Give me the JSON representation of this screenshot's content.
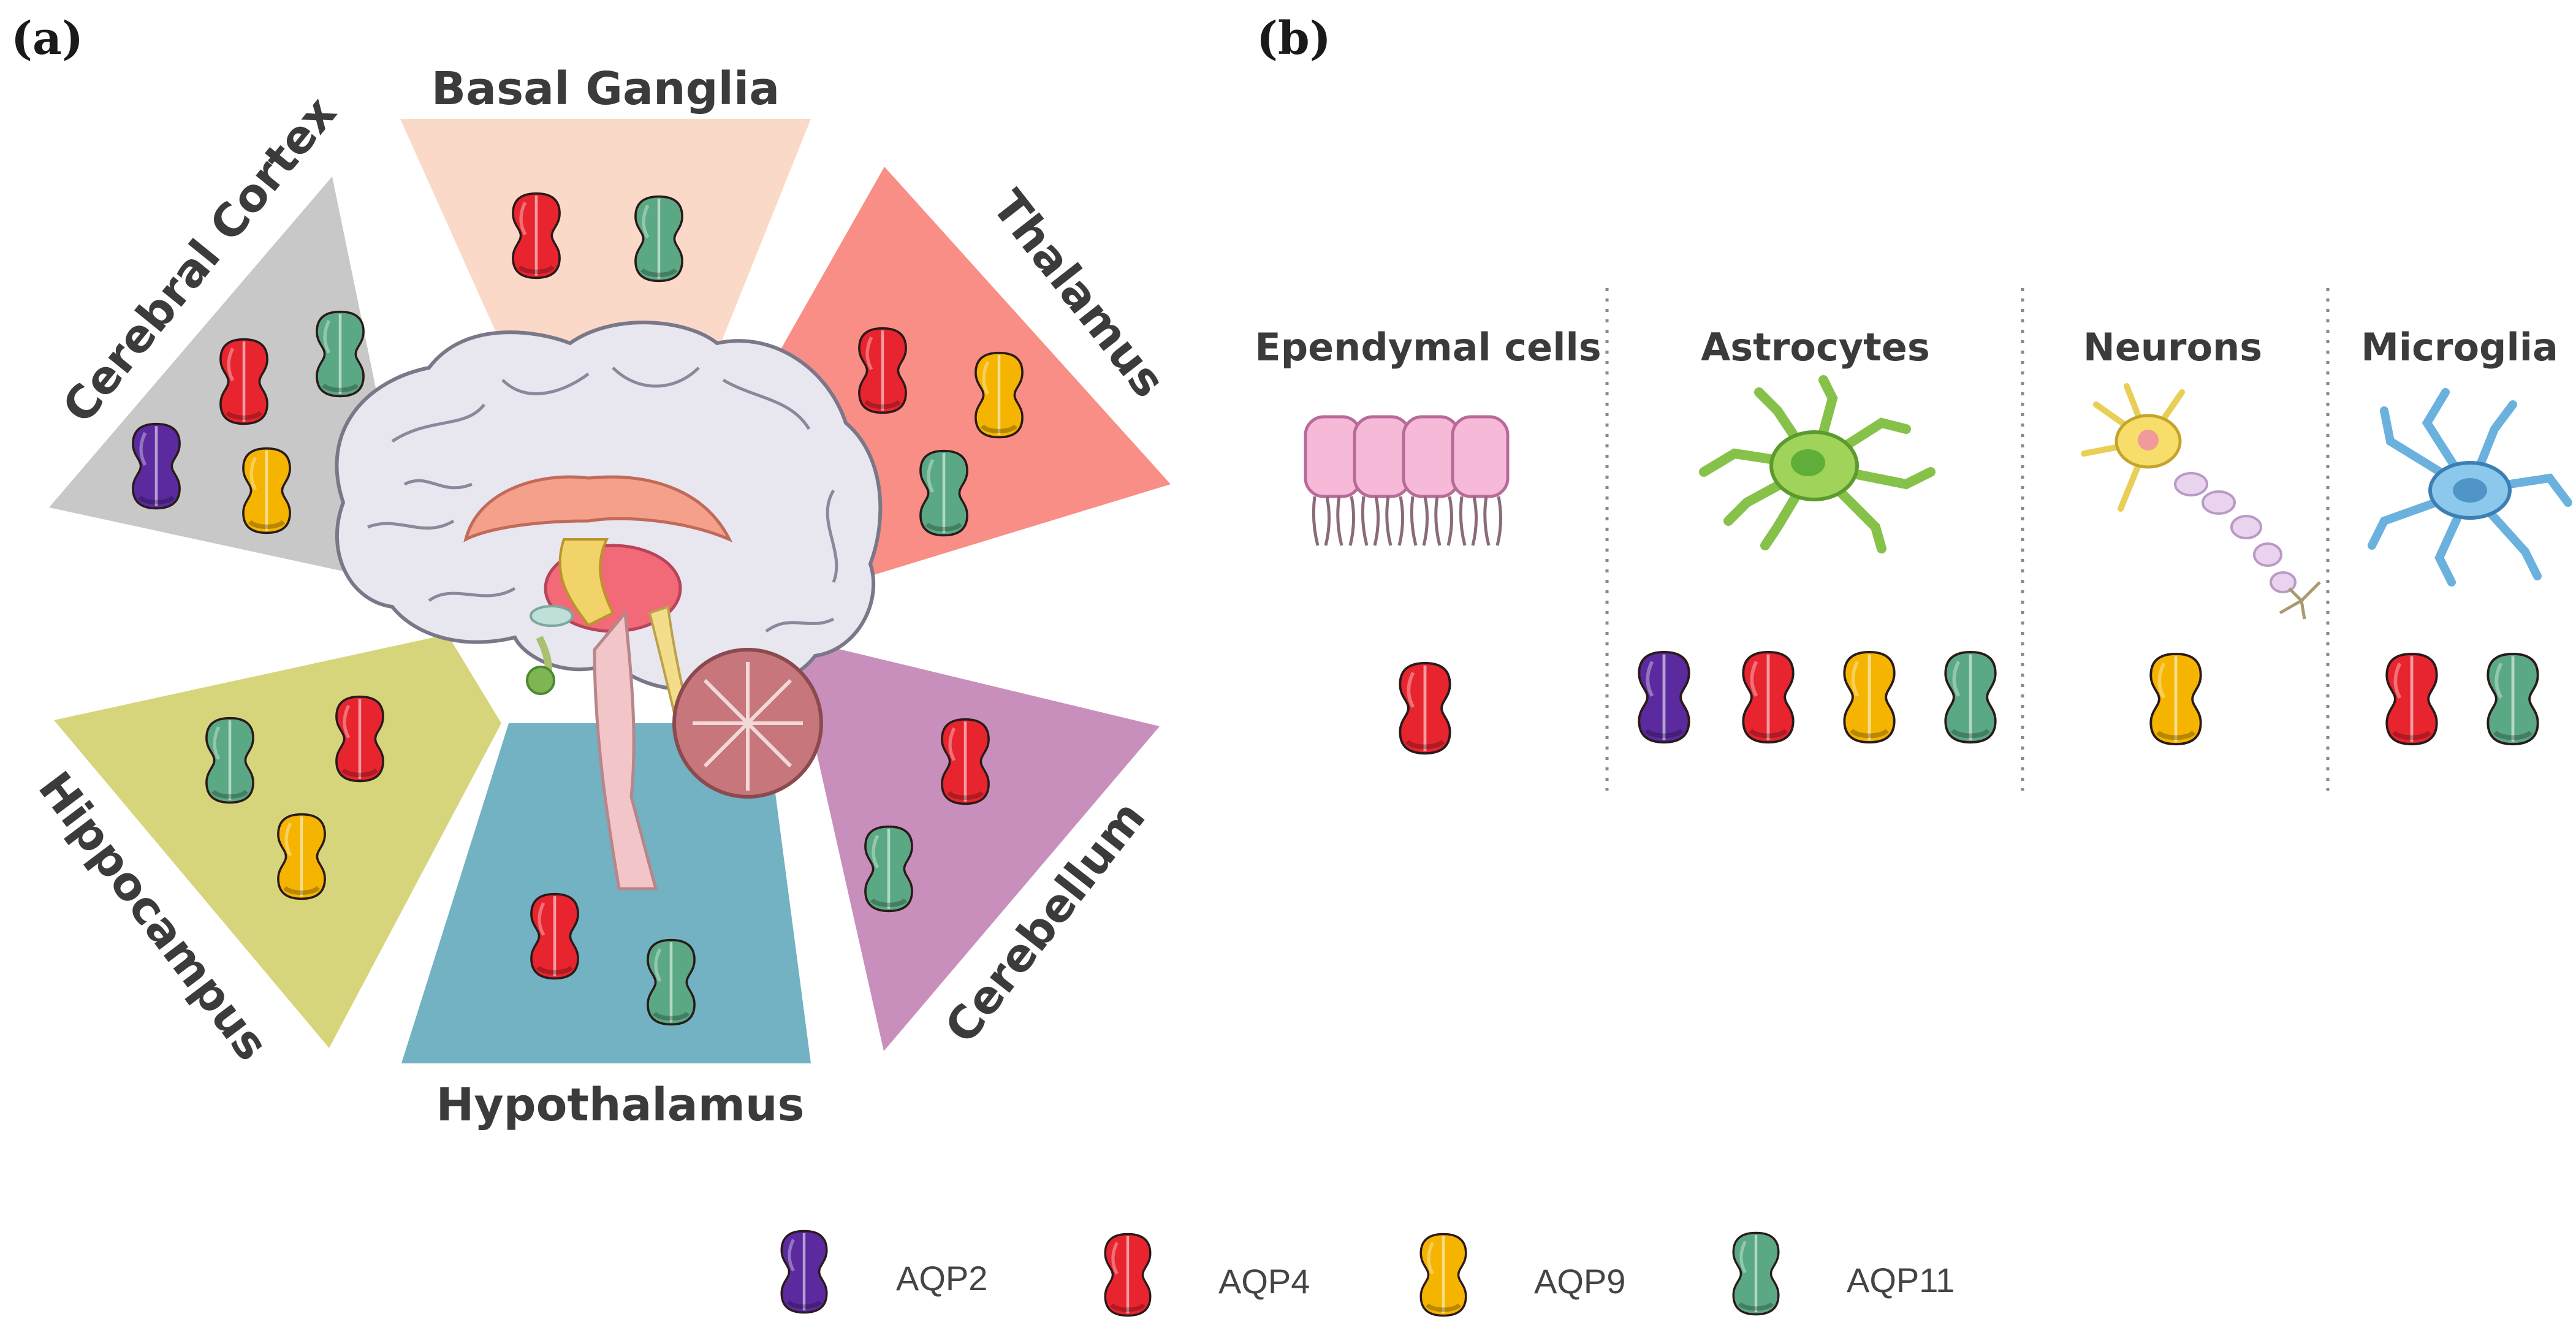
{
  "panels": {
    "a": "(a)",
    "b": "(b)"
  },
  "colors": {
    "AQP2": "#5b2a9e",
    "AQP4": "#e8242f",
    "AQP9": "#f5b400",
    "AQP11": "#5aa884",
    "cortex_bg": "#c8c8c8",
    "basal_bg": "#fbd9c8",
    "thalamus_bg": "#f98e86",
    "cerebellum_bg": "#c98fbc",
    "hypothalamus_bg": "#72b2c2",
    "hippocampus_bg": "#d7d57c"
  },
  "regions": [
    {
      "id": "cerebral-cortex",
      "label": "Cerebral Cortex",
      "aqps": [
        "AQP2",
        "AQP4",
        "AQP9",
        "AQP11"
      ]
    },
    {
      "id": "basal-ganglia",
      "label": "Basal Ganglia",
      "aqps": [
        "AQP4",
        "AQP11"
      ]
    },
    {
      "id": "thalamus",
      "label": "Thalamus",
      "aqps": [
        "AQP4",
        "AQP9",
        "AQP11"
      ]
    },
    {
      "id": "cerebellum",
      "label": "Cerebellum",
      "aqps": [
        "AQP4",
        "AQP11"
      ]
    },
    {
      "id": "hypothalamus",
      "label": "Hypothalamus",
      "aqps": [
        "AQP4",
        "AQP11"
      ]
    },
    {
      "id": "hippocampus",
      "label": "Hippocampus",
      "aqps": [
        "AQP4",
        "AQP9",
        "AQP11"
      ]
    }
  ],
  "cells": [
    {
      "id": "ependymal",
      "label": "Ependymal cells",
      "aqps": [
        "AQP4"
      ]
    },
    {
      "id": "astrocytes",
      "label": "Astrocytes",
      "aqps": [
        "AQP2",
        "AQP4",
        "AQP9",
        "AQP11"
      ]
    },
    {
      "id": "neurons",
      "label": "Neurons",
      "aqps": [
        "AQP9"
      ]
    },
    {
      "id": "microglia",
      "label": "Microglia",
      "aqps": [
        "AQP4",
        "AQP11"
      ]
    }
  ],
  "legend": [
    {
      "name": "AQP2",
      "label": "AQP2"
    },
    {
      "name": "AQP4",
      "label": "AQP4"
    },
    {
      "name": "AQP9",
      "label": "AQP9"
    },
    {
      "name": "AQP11",
      "label": "AQP11"
    }
  ]
}
